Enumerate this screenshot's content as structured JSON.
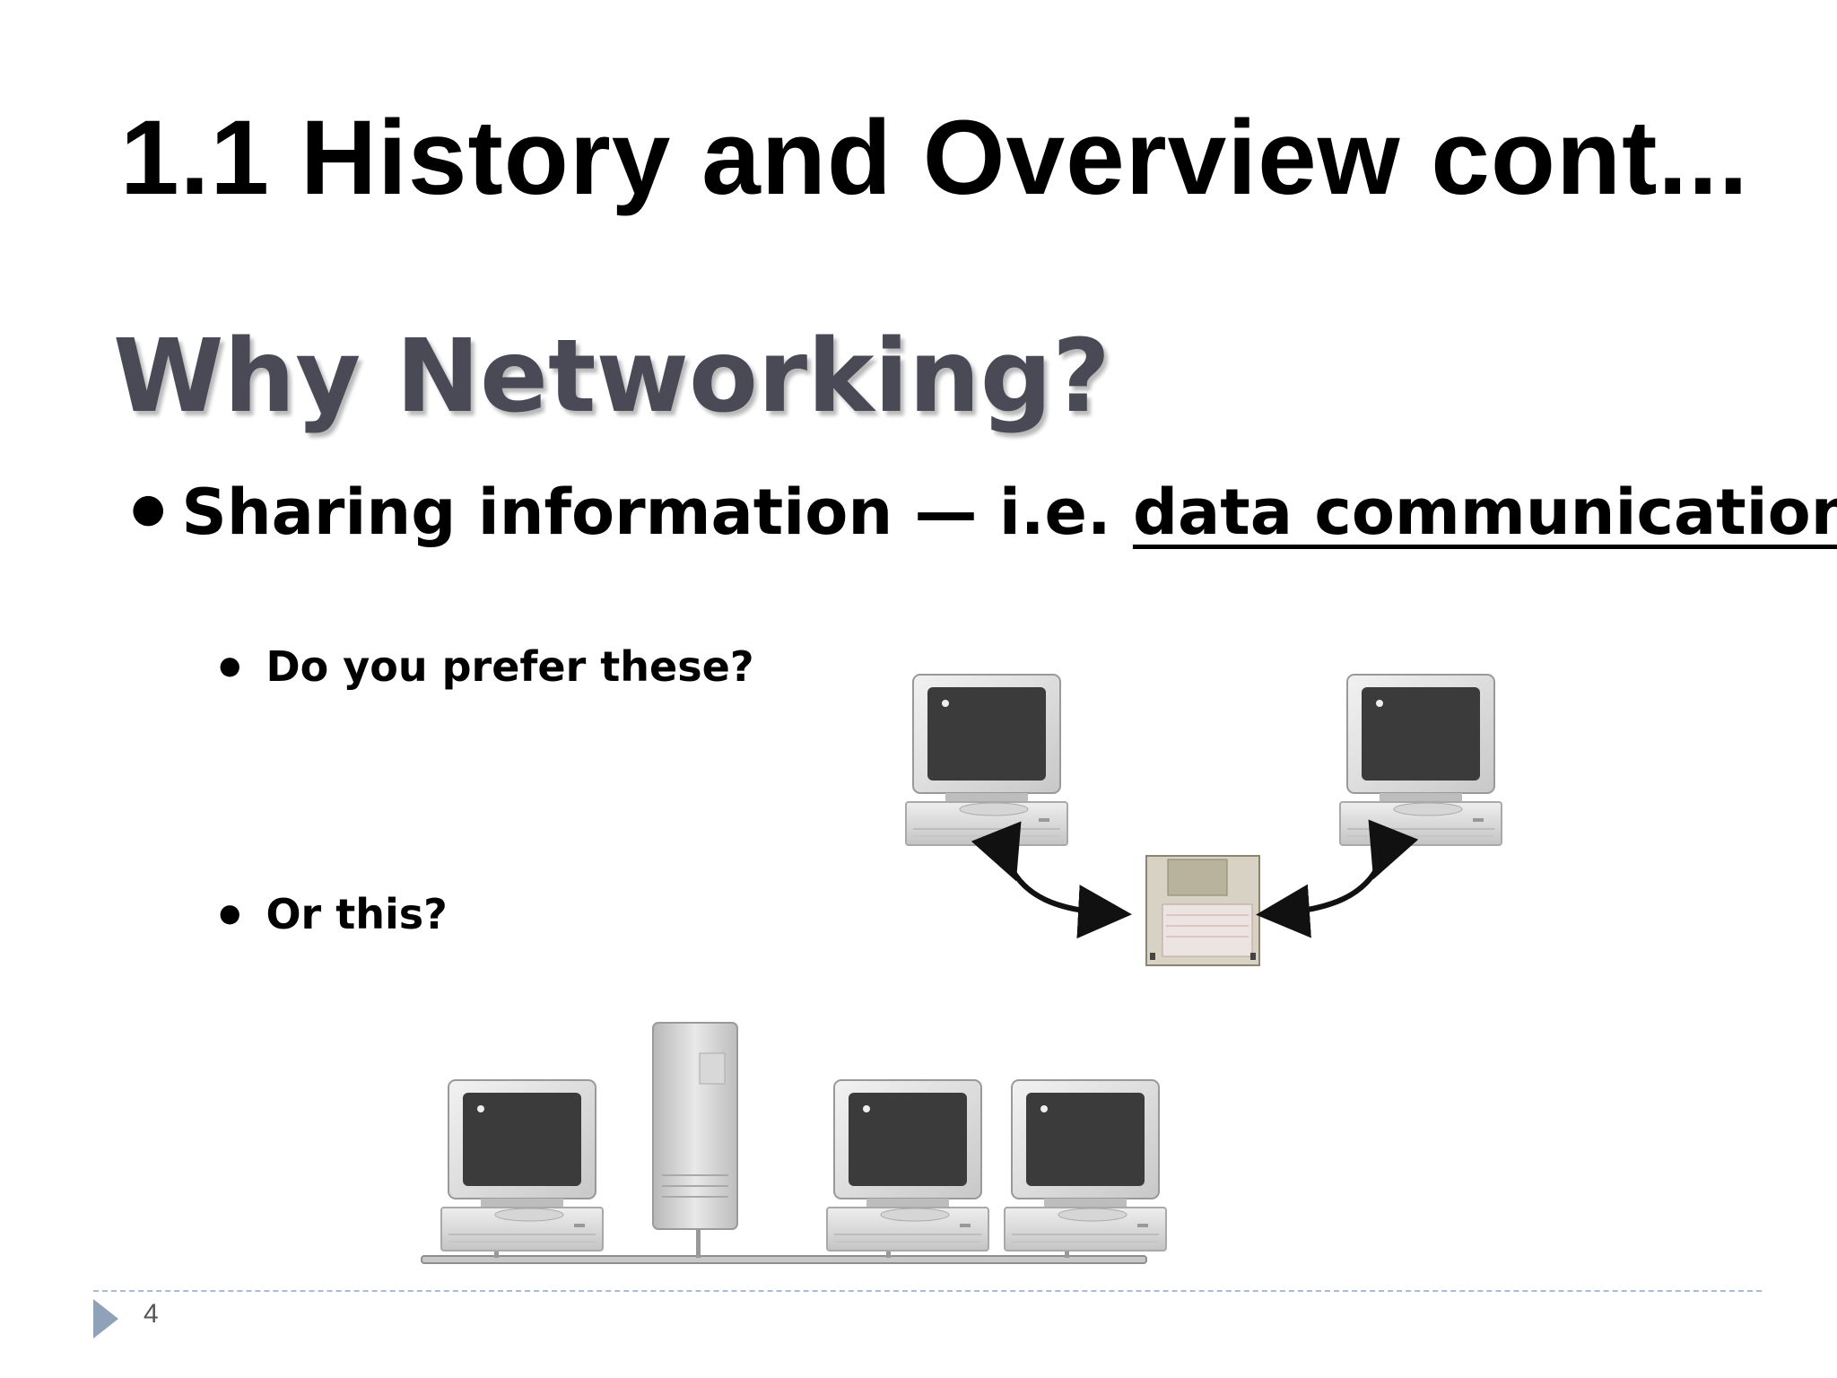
{
  "slide": {
    "title": "1.1  History and Overview cont...",
    "subtitle": "Why Networking?",
    "bullet_main_prefix": "Sharing information — i.e. ",
    "bullet_main_emphasis": "data communication",
    "bullet_1": "Do you prefer these?",
    "bullet_2": "Or this?",
    "page_number": "4"
  },
  "icons": {
    "bullet": "bullet-dot",
    "computer": "desktop-computer-icon",
    "server": "tower-server-icon",
    "disk": "floppy-disk-icon",
    "arrow": "curved-double-arrow-icon",
    "footer": "play-triangle-icon"
  },
  "colors": {
    "subtitle": "#4a4a56",
    "footer_accent": "#90a2b8",
    "footer_line": "#a9bdd2"
  }
}
